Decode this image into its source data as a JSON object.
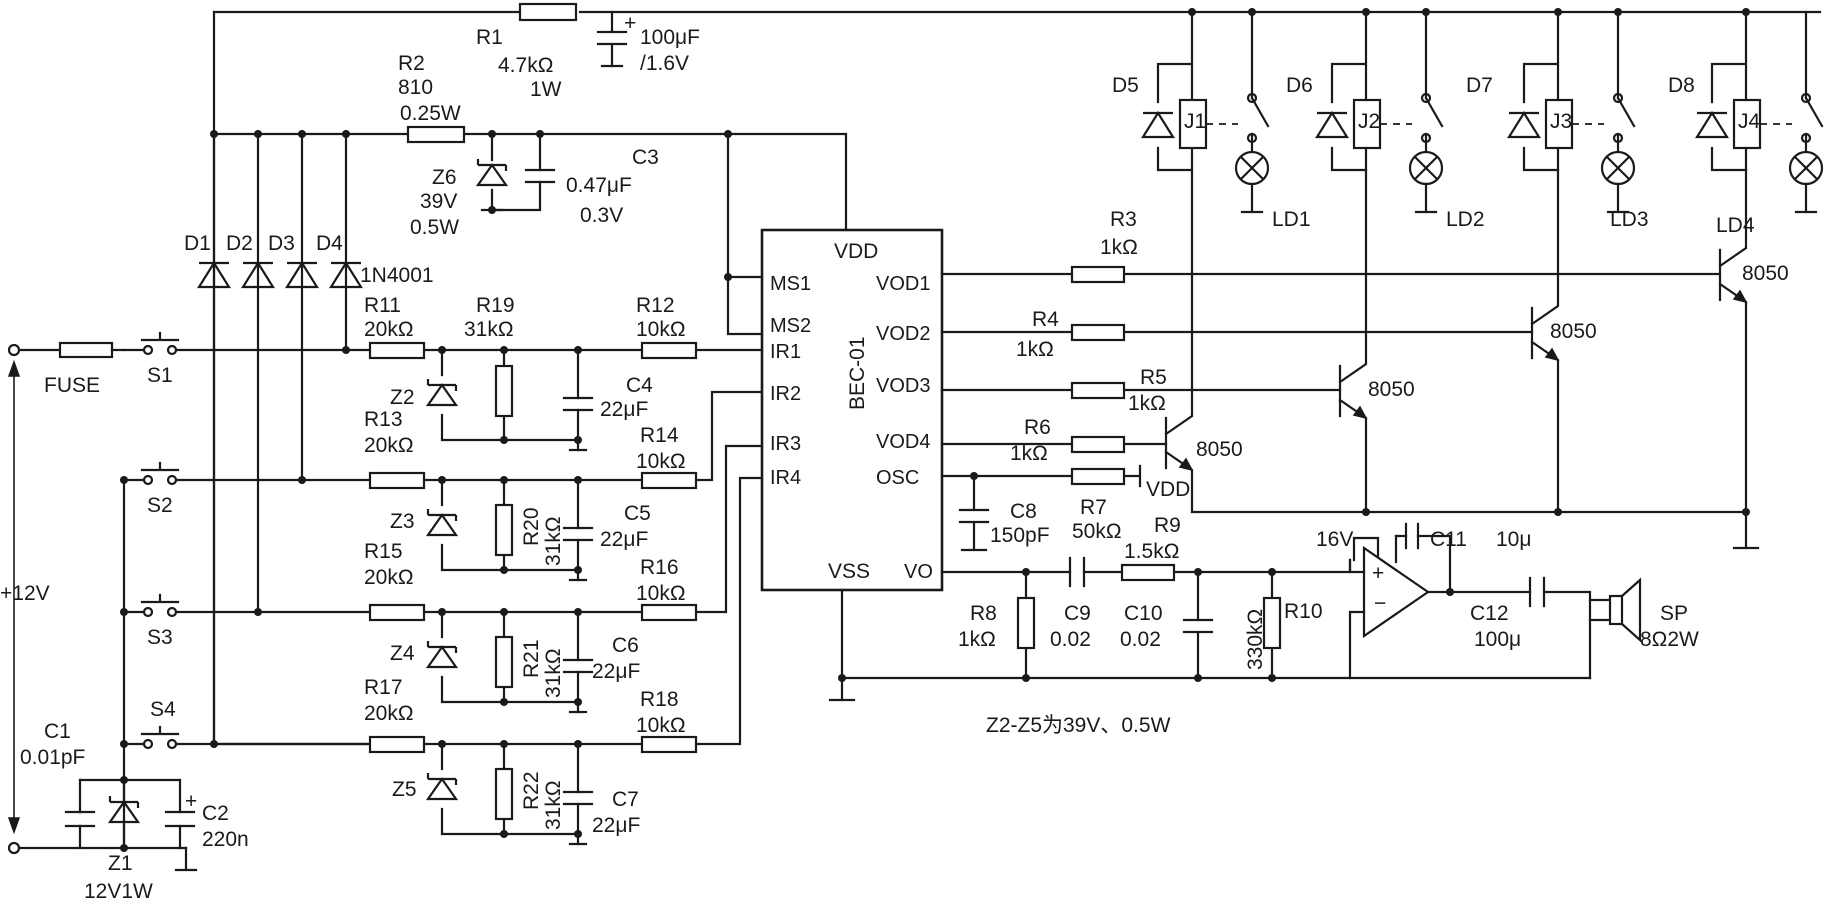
{
  "supply": {
    "label": "+12V",
    "fuse": "FUSE"
  },
  "switches": [
    "S1",
    "S2",
    "S3",
    "S4"
  ],
  "diodes": {
    "d1": "D1",
    "d2": "D2",
    "d3": "D3",
    "d4": "D4",
    "type": "1N4001"
  },
  "zener_input": {
    "c1": "C1",
    "c1_val": "0.01pF",
    "z1": "Z1",
    "z1_val": "12V1W",
    "c2": "C2",
    "c2_val": "220n"
  },
  "r1": {
    "name": "R1",
    "val": "4.7kΩ",
    "power": "1W"
  },
  "c_top": {
    "val": "100μF",
    "volt": "/1.6V"
  },
  "r2": {
    "name": "R2",
    "val": "810",
    "power": "0.25W"
  },
  "z6": {
    "name": "Z6",
    "val": "39V",
    "power": "0.5W"
  },
  "c3": {
    "name": "C3",
    "val": "0.47μF",
    "volt": "0.3V"
  },
  "inputs": [
    {
      "ra": "R11",
      "ra_val": "20kΩ",
      "z": "Z2",
      "rb": "R19",
      "rb_val": "31kΩ",
      "c": "C4",
      "c_val": "22μF",
      "rc": "R12",
      "rc_val": "10kΩ"
    },
    {
      "ra": "R13",
      "ra_val": "20kΩ",
      "z": "Z3",
      "rb": "R20",
      "rb_val": "31kΩ",
      "c": "C5",
      "c_val": "22μF",
      "rc": "R14",
      "rc_val": "10kΩ"
    },
    {
      "ra": "R15",
      "ra_val": "20kΩ",
      "z": "Z4",
      "rb": "R21",
      "rb_val": "31kΩ",
      "c": "C6",
      "c_val": "22μF",
      "rc": "R16",
      "rc_val": "10kΩ"
    },
    {
      "ra": "R17",
      "ra_val": "20kΩ",
      "z": "Z5",
      "rb": "R22",
      "rb_val": "31kΩ",
      "c": "C7",
      "c_val": "22μF",
      "rc": "R18",
      "rc_val": "10kΩ"
    }
  ],
  "chip": {
    "name": "BEC-01",
    "vdd": "VDD",
    "vss": "VSS",
    "left_pins": [
      "MS1",
      "MS2",
      "IR1",
      "IR2",
      "IR3",
      "IR4"
    ],
    "right_pins": [
      "VOD1",
      "VOD2",
      "VOD3",
      "VOD4",
      "OSC",
      "VO"
    ]
  },
  "drive_resistors": [
    {
      "name": "R3",
      "val": "1kΩ"
    },
    {
      "name": "R4",
      "val": "1kΩ"
    },
    {
      "name": "R5",
      "val": "1kΩ"
    },
    {
      "name": "R6",
      "val": "1kΩ"
    }
  ],
  "transistors": [
    "8050",
    "8050",
    "8050",
    "8050"
  ],
  "relays": [
    {
      "diode": "D5",
      "coil": "J1",
      "lamp": "LD1"
    },
    {
      "diode": "D6",
      "coil": "J2",
      "lamp": "LD2"
    },
    {
      "diode": "D7",
      "coil": "J3",
      "lamp": "LD3"
    },
    {
      "diode": "D8",
      "coil": "J4",
      "lamp": "LD4"
    }
  ],
  "osc": {
    "r7": "R7",
    "r7_val": "50kΩ",
    "vdd": "VDD",
    "c8": "C8",
    "c8_val": "150pF"
  },
  "audio": {
    "r8": "R8",
    "r8_val": "1kΩ",
    "c9": "C9",
    "c9_val": "0.02",
    "r9": "R9",
    "r9_val": "1.5kΩ",
    "c10": "C10",
    "c10_val": "0.02",
    "r10": "R10",
    "r10_val": "330kΩ",
    "supply": "16V",
    "c11": "C11",
    "c11_val": "10μ",
    "c12": "C12",
    "c12_val": "100μ",
    "sp": "SP",
    "sp_val": "8Ω2W"
  },
  "note": "Z2-Z5为39V、0.5W"
}
